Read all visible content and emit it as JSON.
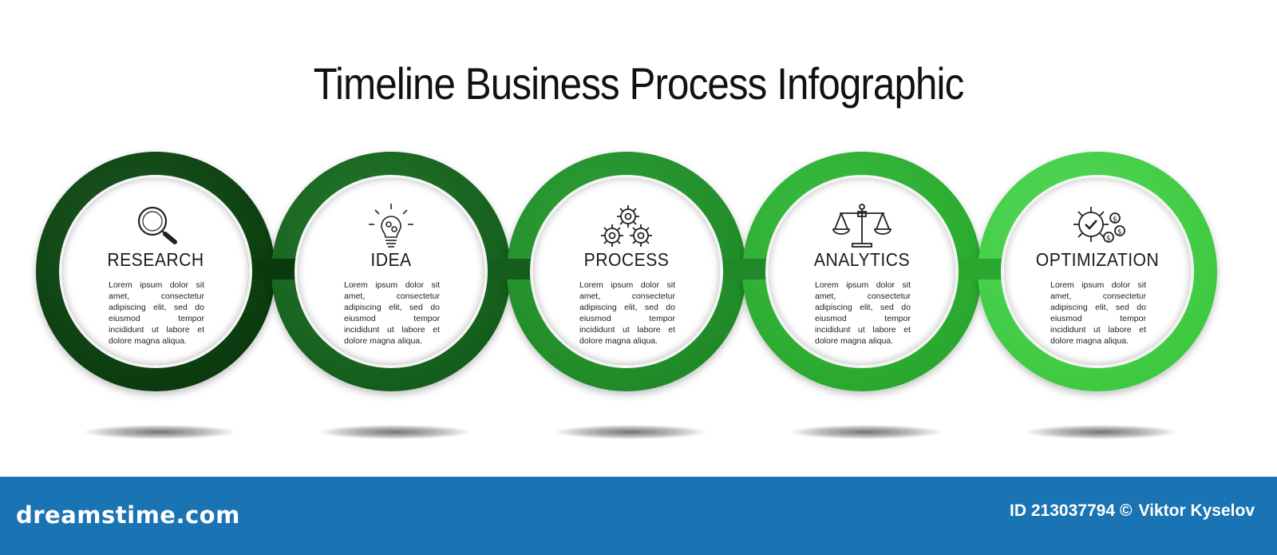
{
  "title": "Timeline Business Process Infographic",
  "description_text": "Lorem ipsum dolor sit amet, consectetur adipiscing elit, sed do eiusmod tempor incididunt ut labore et dolore magna aliqua.",
  "steps": [
    {
      "label": "RESEARCH",
      "icon": "magnifier-icon",
      "color": "#0a3a0e",
      "color_light": "#1c5a22",
      "desc": "Lorem ipsum dolor sit amet, consectetur adipiscing elit, sed do eiusmod tempor incididunt ut labore et dolore magna aliqua."
    },
    {
      "label": "IDEA",
      "icon": "lightbulb-icon",
      "color": "#145d1c",
      "color_light": "#24772c",
      "desc": "Lorem ipsum dolor sit amet, consectetur adipiscing elit, sed do eiusmod tempor incididunt ut labore et dolore magna aliqua."
    },
    {
      "label": "PROCESS",
      "icon": "gears-icon",
      "color": "#1f8a27",
      "color_light": "#30a038",
      "desc": "Lorem ipsum dolor sit amet, consectetur adipiscing elit, sed do eiusmod tempor incididunt ut labore et dolore magna aliqua."
    },
    {
      "label": "ANALYTICS",
      "icon": "scales-icon",
      "color": "#29a72e",
      "color_light": "#3cbf41",
      "desc": "Lorem ipsum dolor sit amet, consectetur adipiscing elit, sed do eiusmod tempor incididunt ut labore et dolore magna aliqua."
    },
    {
      "label": "OPTIMIZATION",
      "icon": "gear-check-dollar-icon",
      "color": "#3dc940",
      "color_light": "#55d858",
      "desc": "Lorem ipsum dolor sit amet, consectetur adipiscing elit, sed do eiusmod tempor incididunt ut labore et dolore magna aliqua."
    }
  ],
  "footer": {
    "brand": "dreamstime.com",
    "id_text": "ID 213037794",
    "copyright": "©",
    "author": "Viktor Kyselov",
    "background": "#1a74b3"
  }
}
